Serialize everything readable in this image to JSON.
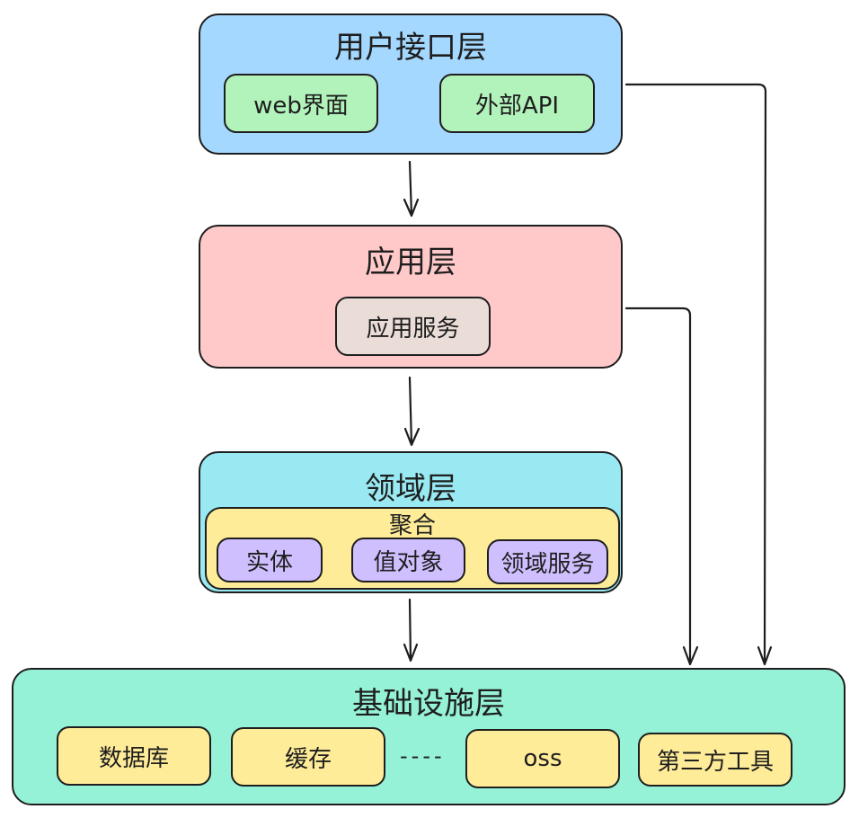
{
  "colors": {
    "user_layer": "#a5d8ff",
    "app_layer": "#ffc9c9",
    "domain_layer": "#99e9f2",
    "infra_layer": "#96f2d7",
    "green_box": "#b2f2bb",
    "beige_box": "#eaddd7",
    "aggregate_box": "#ffec99",
    "purple_box": "#d0bfff",
    "yellow_box": "#ffec99",
    "stroke": "#1e1e1e"
  },
  "user_layer": {
    "title": "用户接口层",
    "items": [
      "web界面",
      "外部API"
    ]
  },
  "app_layer": {
    "title": "应用层",
    "items": [
      "应用服务"
    ]
  },
  "domain_layer": {
    "title": "领域层",
    "aggregate": {
      "title": "聚合",
      "items": [
        "实体",
        "值对象",
        "领域服务"
      ]
    }
  },
  "infra_layer": {
    "title": "基础设施层",
    "items": [
      "数据库",
      "缓存",
      "oss",
      "第三方工具"
    ],
    "ellipsis": "----"
  },
  "connections": [
    {
      "from": "用户接口层",
      "to": "应用层"
    },
    {
      "from": "应用层",
      "to": "领域层"
    },
    {
      "from": "领域层",
      "to": "基础设施层"
    },
    {
      "from": "应用层",
      "to": "基础设施层"
    },
    {
      "from": "用户接口层",
      "to": "基础设施层"
    }
  ]
}
